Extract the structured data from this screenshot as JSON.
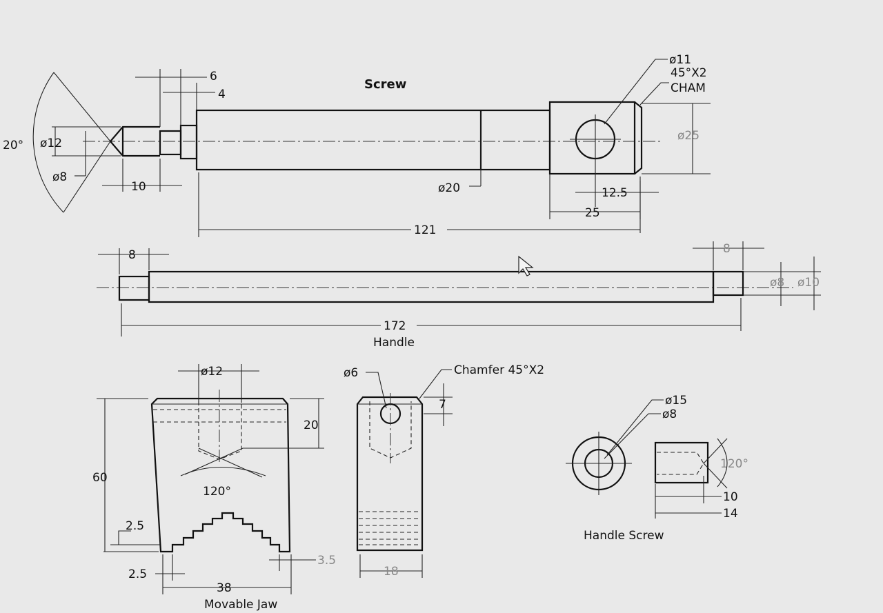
{
  "screw": {
    "title": "Screw",
    "dim_angle": "20°",
    "dim_d12": "ø12",
    "dim_d8": "ø8",
    "dim_10": "10",
    "dim_6": "6",
    "dim_4": "4",
    "dim_d20": "ø20",
    "dim_121": "121",
    "dim_d11": "ø11",
    "dim_cham_a": "45°X2",
    "dim_cham_b": "CHAM",
    "dim_d25": "ø25",
    "dim_12_5": "12.5",
    "dim_25": "25"
  },
  "handle": {
    "title": "Handle",
    "dim_8_left": "8",
    "dim_8_right": "8",
    "dim_d8": "ø8",
    "dim_d10": "ø10",
    "dim_172": "172"
  },
  "jaw": {
    "dim_d12": "ø12",
    "dim_20": "20",
    "dim_60": "60",
    "dim_120": "120°",
    "dim_2_5_top": "2.5",
    "dim_2_5_bottom": "2.5",
    "dim_38": "38",
    "dim_3_5": "3.5",
    "title_partial": "Movable Jaw"
  },
  "side": {
    "dim_d6": "ø6",
    "chamfer": "Chamfer  45°X2",
    "dim_7": "7",
    "dim_18": "18"
  },
  "handle_screw": {
    "title": "Handle  Screw",
    "dim_d15": "ø15",
    "dim_d8": "ø8",
    "dim_120": "120°",
    "dim_10": "10",
    "dim_14": "14"
  }
}
